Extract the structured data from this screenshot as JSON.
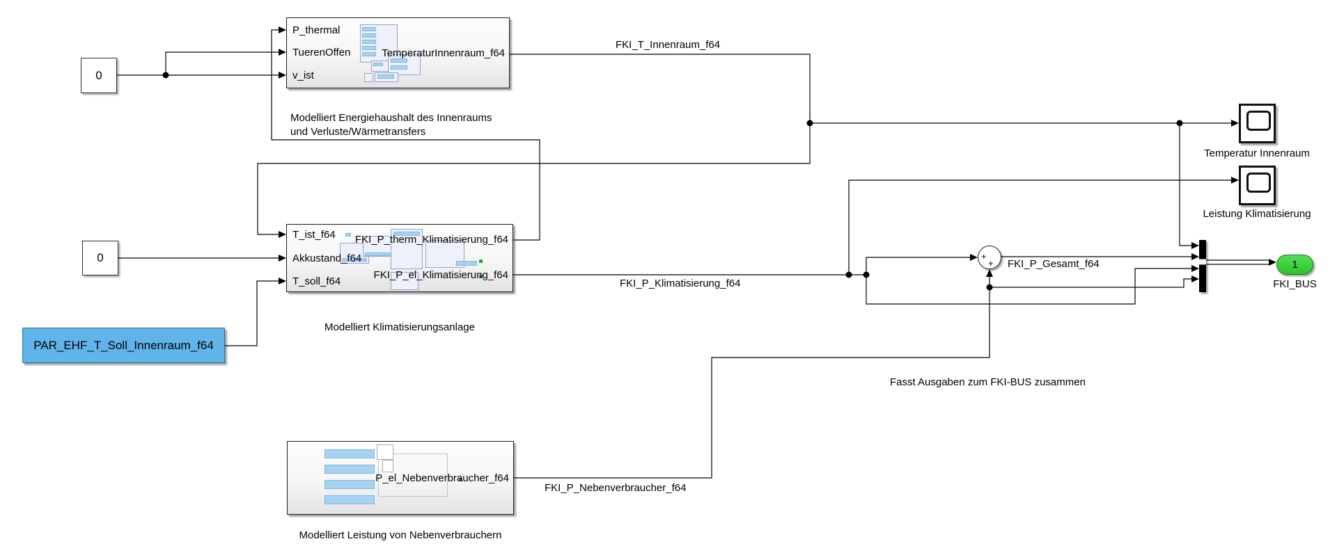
{
  "app": "simulink-model-canvas",
  "blocks": {
    "constant1": {
      "value": "0"
    },
    "constant2": {
      "value": "0"
    },
    "innenraum": {
      "in_ports": [
        "P_thermal",
        "TuerenOffen",
        "v_ist"
      ],
      "out_label": "TemperaturInnenraum_f64",
      "caption_line1": "Modelliert Energiehaushalt des Innenraums",
      "caption_line2": "und Verluste/Wärmetransfers"
    },
    "klima": {
      "in_ports": [
        "T_ist_f64",
        "Akkustand_f64",
        "T_soll_f64"
      ],
      "out_label_therm": "FKI_P_therm_Klimatisierung_f64",
      "out_label_el": "FKI_P_el_Klimatisierung_f64",
      "caption": "Modelliert Klimatisierungsanlage"
    },
    "neben": {
      "out_label": "P_el_Nebenverbraucher_f64",
      "caption": "Modelliert Leistung von Nebenverbrauchern"
    },
    "par": {
      "label": "PAR_EHF_T_Soll_Innenraum_f64"
    },
    "scope_temperatur": {
      "caption": "Temperatur Innenraum"
    },
    "scope_leistung": {
      "caption": "Leistung Klimatisierung"
    },
    "sum": {
      "sign1": "+",
      "sign2": "+"
    },
    "bus_creator": {
      "caption": "Fasst Ausgaben zum FKI-BUS zusammen"
    },
    "outport": {
      "number": "1",
      "caption": "FKI_BUS"
    }
  },
  "signal_labels": {
    "t_innenraum": "FKI_T_Innenraum_f64",
    "p_klimatisierung": "FKI_P_Klimatisierung_f64",
    "p_nebenverbraucher": "FKI_P_Nebenverbraucher_f64",
    "p_gesamt": "FKI_P_Gesamt_f64"
  },
  "colors": {
    "wire": "#000000",
    "par_fill": "#61b4e9",
    "par_border": "#2b6a99",
    "outport_fill": "#37d437",
    "outport_border": "#117711",
    "thumb_bar": "#a6d3f2",
    "canvas_bg": "#ffffff"
  }
}
